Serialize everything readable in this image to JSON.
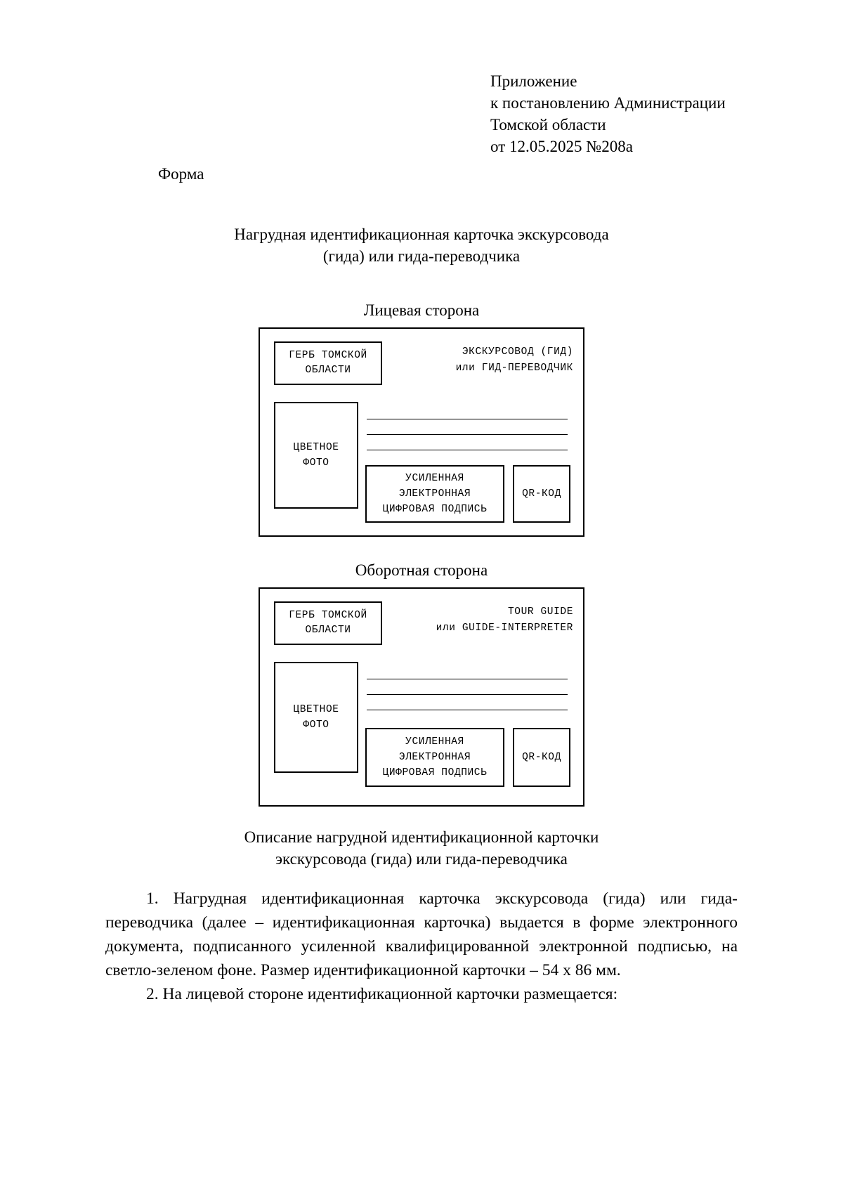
{
  "appendix": {
    "lines": [
      "Приложение",
      "к постановлению Администрации",
      "Томской области",
      "от 12.05.2025 №208а"
    ]
  },
  "form_word": "Форма",
  "main_title": {
    "line1": "Нагрудная идентификационная карточка экскурсовода",
    "line2": "(гида) или гида-переводчика"
  },
  "captions": {
    "front": "Лицевая сторона",
    "back": "Оборотная сторона"
  },
  "card_front": {
    "emblem": {
      "line1": "ГЕРБ ТОМСКОЙ",
      "line2": "ОБЛАСТИ"
    },
    "title": {
      "line1": "ЭКСКУРСОВОД (ГИД)",
      "line2": "или ГИД-ПЕРЕВОДЧИК"
    },
    "photo": {
      "line1": "ЦВЕТНОЕ",
      "line2": "ФОТО"
    },
    "signature": {
      "line1": "УСИЛЕННАЯ",
      "line2": "ЭЛЕКТРОННАЯ",
      "line3": "ЦИФРОВАЯ ПОДПИСЬ"
    },
    "qr": "QR-КОД",
    "rule_count": 3
  },
  "card_back": {
    "emblem": {
      "line1": "ГЕРБ ТОМСКОЙ",
      "line2": "ОБЛАСТИ"
    },
    "title": {
      "line1": "TOUR GUIDE",
      "line2": "или GUIDE-INTERPRETER"
    },
    "photo": {
      "line1": "ЦВЕТНОЕ",
      "line2": "ФОТО"
    },
    "signature": {
      "line1": "УСИЛЕННАЯ",
      "line2": "ЭЛЕКТРОННАЯ",
      "line3": "ЦИФРОВАЯ ПОДПИСЬ"
    },
    "qr": "QR-КОД",
    "rule_count": 3
  },
  "description_heading": {
    "line1": "Описание нагрудной идентификационной карточки",
    "line2": "экскурсовода (гида) или гида-переводчика"
  },
  "paragraphs": {
    "p1": "1. Нагрудная идентификационная карточка экскурсовода (гида) или гида-переводчика (далее – идентификационная карточка) выдается в форме электронного документа, подписанного усиленной квалифицированной электронной подписью, на светло-зеленом фоне. Размер идентификационной карточки – 54 х 86 мм.",
    "p2": "2. На лицевой стороне идентификационной карточки размещается:"
  }
}
